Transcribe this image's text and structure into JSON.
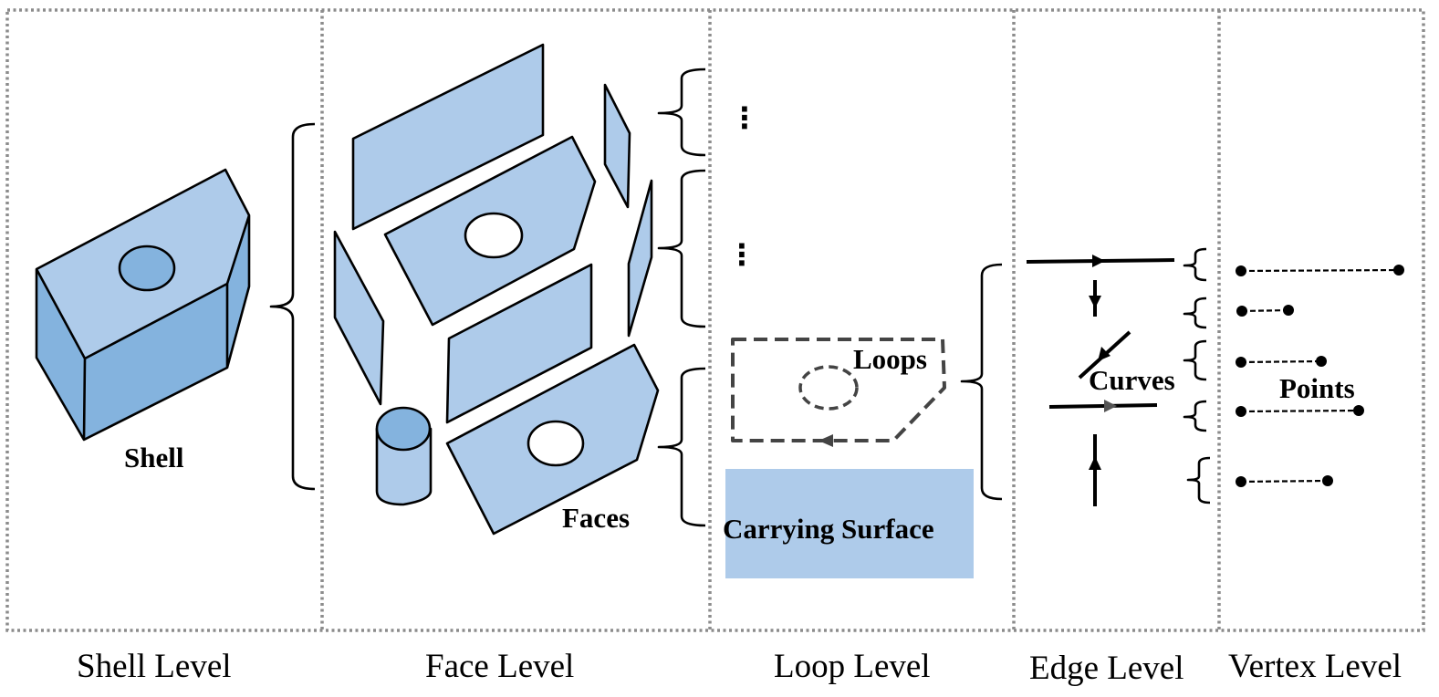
{
  "panels": [
    {
      "id": "shell",
      "caption": "Shell Level",
      "label": "Shell"
    },
    {
      "id": "face",
      "caption": "Face Level",
      "label": "Faces"
    },
    {
      "id": "loop",
      "caption": "Loop Level",
      "label": "Loops",
      "surface_label": "Carrying Surface"
    },
    {
      "id": "edge",
      "caption": "Edge Level",
      "label": "Curves"
    },
    {
      "id": "vertex",
      "caption": "Vertex Level",
      "label": "Points"
    }
  ],
  "ellipsis": "⋮",
  "colors": {
    "face_fill": "#aecbea",
    "face_shadow": "#84b3de",
    "surface_fill": "#aecbea",
    "border": "#8c8c8c",
    "stroke": "#000000"
  }
}
